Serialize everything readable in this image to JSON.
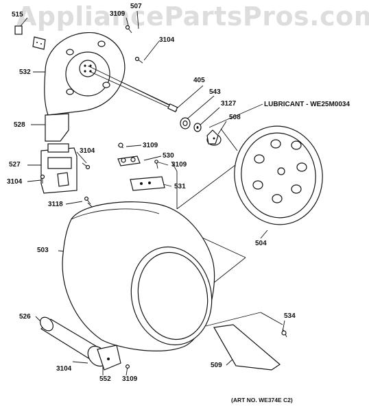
{
  "watermark": "AppliancePartsPros.com",
  "part_labels": {
    "p515": "515",
    "p3109_top": "3109",
    "p507": "507",
    "p3104_top": "3104",
    "p532": "532",
    "p405": "405",
    "p543": "543",
    "p3127": "3127",
    "lubricant": "LUBRICANT - WE25M0034",
    "p508": "508",
    "p528": "528",
    "p3109_mid": "3109",
    "p530": "530",
    "p3104_mid": "3104",
    "p527": "527",
    "p3109_mid2": "3109",
    "p3104_left": "3104",
    "p531": "531",
    "p3118": "3118",
    "p504": "504",
    "p503": "503",
    "p526": "526",
    "p534": "534",
    "p509": "509",
    "p3104_bottom": "3104",
    "p552": "552",
    "p3109_bottom": "3109"
  },
  "art_number": "(ART NO. WE374E C2)"
}
